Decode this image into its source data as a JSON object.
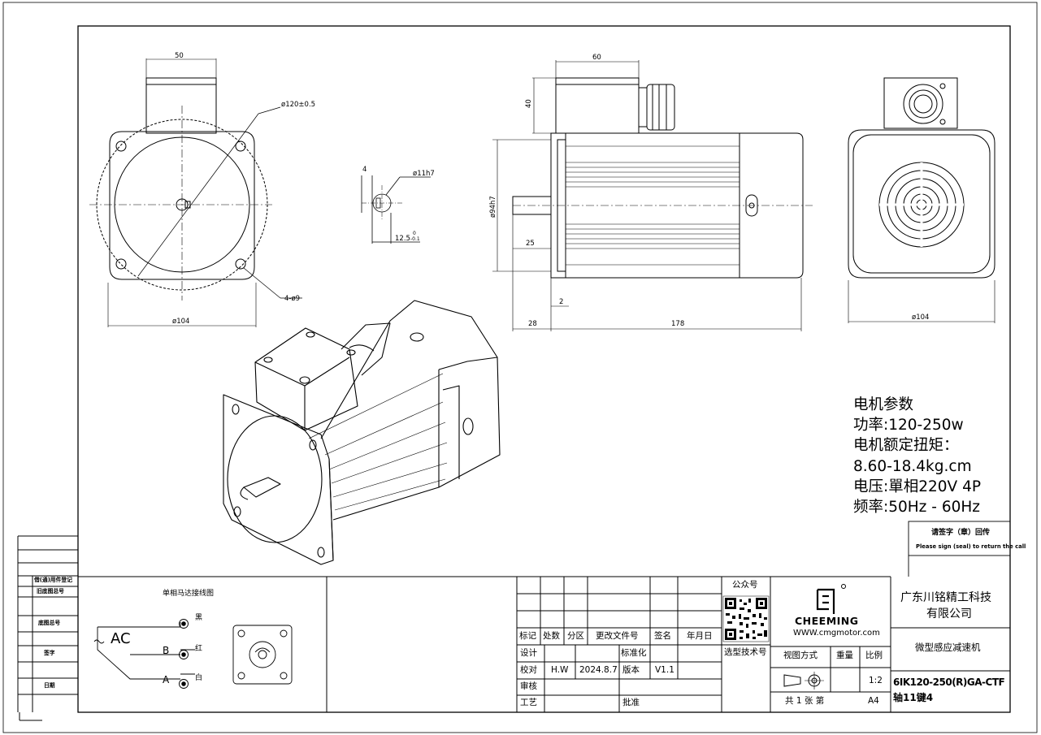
{
  "dimensions": {
    "front_width_top": "50",
    "front_circle": "ø120±0.5",
    "front_holes": "4-ø9",
    "front_width_bottom": "ø104",
    "shaft_diameter": "ø11h7",
    "key_width": "4",
    "key_depth": "12.5",
    "key_tol_upper": "0",
    "key_tol_lower": "-0.1",
    "side_box_width": "60",
    "side_box_height": "40",
    "side_pilot": "ø94h7",
    "side_shaft_len": "25",
    "side_flange": "2",
    "side_shaft_total": "28",
    "side_body_len": "178",
    "rear_width": "ø104"
  },
  "motor_params": {
    "title": "电机参数",
    "power": "功率:120-250w",
    "torque_label": "电机额定扭矩：",
    "torque_value": "8.60-18.4kg.cm",
    "voltage": "电压:單相220V 4P",
    "frequency": "频率:50Hz - 60Hz"
  },
  "sign_box": {
    "line1": "请签字（章）回传",
    "line2": "Please sign (seal) to return the call"
  },
  "left_strip": {
    "row1": "借(通)用件登记",
    "row2": "旧底图总号",
    "row3": "底图总号",
    "row4": "签字",
    "row5": "日期"
  },
  "wiring": {
    "title": "单相马达接线图",
    "ac": "AC",
    "black": "黑",
    "red": "红",
    "white": "白",
    "label_b": "B",
    "label_a": "A"
  },
  "title_block": {
    "col_mark": "标记",
    "col_count": "处数",
    "col_zone": "分区",
    "col_change": "更改文件号",
    "col_sign": "签名",
    "col_date": "年月日",
    "design": "设计",
    "standard": "标准化",
    "check": "校对",
    "checker": "H.W",
    "date": "2024.8.7",
    "version_label": "版本",
    "version": "V1.1",
    "review": "审核",
    "process": "工艺",
    "approve": "批准",
    "wechat": "公众号",
    "selection": "选型技术号",
    "brand": "CHEEMING",
    "website": "WWW.cmgmotor.com",
    "view_method": "视图方式",
    "weight": "重量",
    "ratio_label": "比例",
    "ratio": "1:2",
    "total": "共 1 张 第",
    "size": "A4",
    "company_line1": "广东川铭精工科技",
    "company_line2": "有限公司",
    "product_name": "微型感应减速机",
    "model": "6IK120-250(R)GA-CTF",
    "shaft_spec": "轴11键4"
  }
}
